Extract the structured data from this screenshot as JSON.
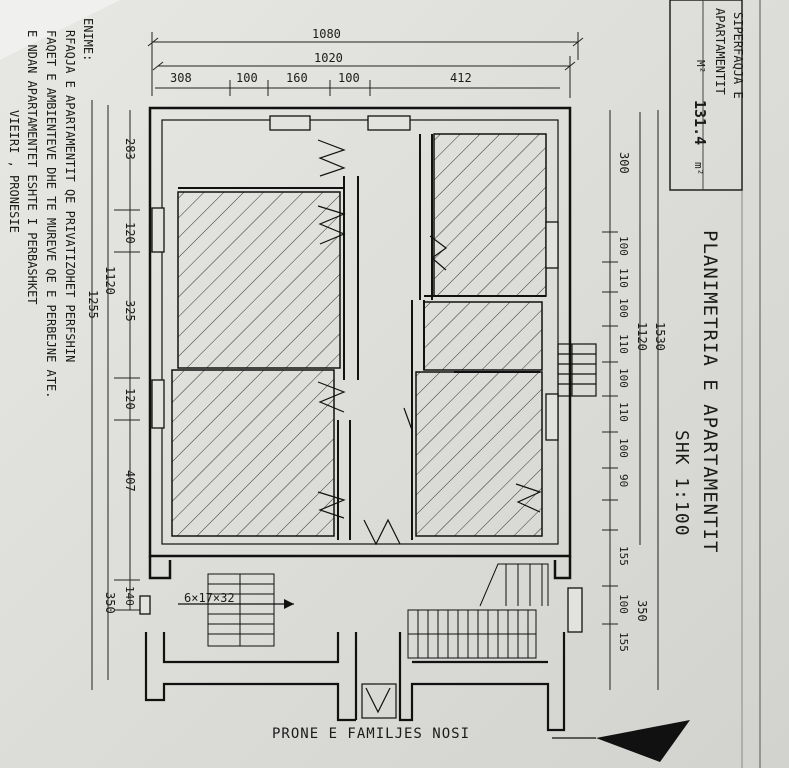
{
  "title_block": {
    "line1": "SIPERFAQJA E",
    "line2": "APARTAMENTIT",
    "area_prefix": "M²",
    "area_value": "131.4",
    "area_suffix": "m²"
  },
  "heading": {
    "title": "PLANIMETRIA E APARTAMENTIT",
    "scale": "SHK 1:100"
  },
  "notes": {
    "line1": "ENIME:",
    "line2": "RFAQJA E APARTAMENTIT QE PRIVATIZOHET PERFSHIN",
    "line3": "FAQET E AMBIENTEVE DHE TE MUREVE QE E PERBEJNE ATE.",
    "line4": "E NDAN APARTAMENTET ESHTE I PERBASHKET",
    "line5": "VIEIRI , PRONESIE"
  },
  "footer": {
    "owner": "PRONE E FAMILJES NOSI"
  },
  "dims": {
    "top_total": "1080",
    "top_inner": "1020",
    "top_segments": [
      "308",
      "100",
      "160",
      "100",
      "412"
    ],
    "left_segments": [
      "283",
      "120",
      "325",
      "120",
      "407",
      "140"
    ],
    "left_total_1": "1120",
    "left_total_2": "1255",
    "left_bottom": "350",
    "right_segments": [
      "300",
      "100",
      "110",
      "100",
      "110",
      "100",
      "110",
      "100",
      "90",
      "155",
      "100",
      "155"
    ],
    "right_total_1": "1120",
    "right_total_2": "1530",
    "right_bottom": "350"
  },
  "stairs": {
    "label": "6×17×32"
  }
}
